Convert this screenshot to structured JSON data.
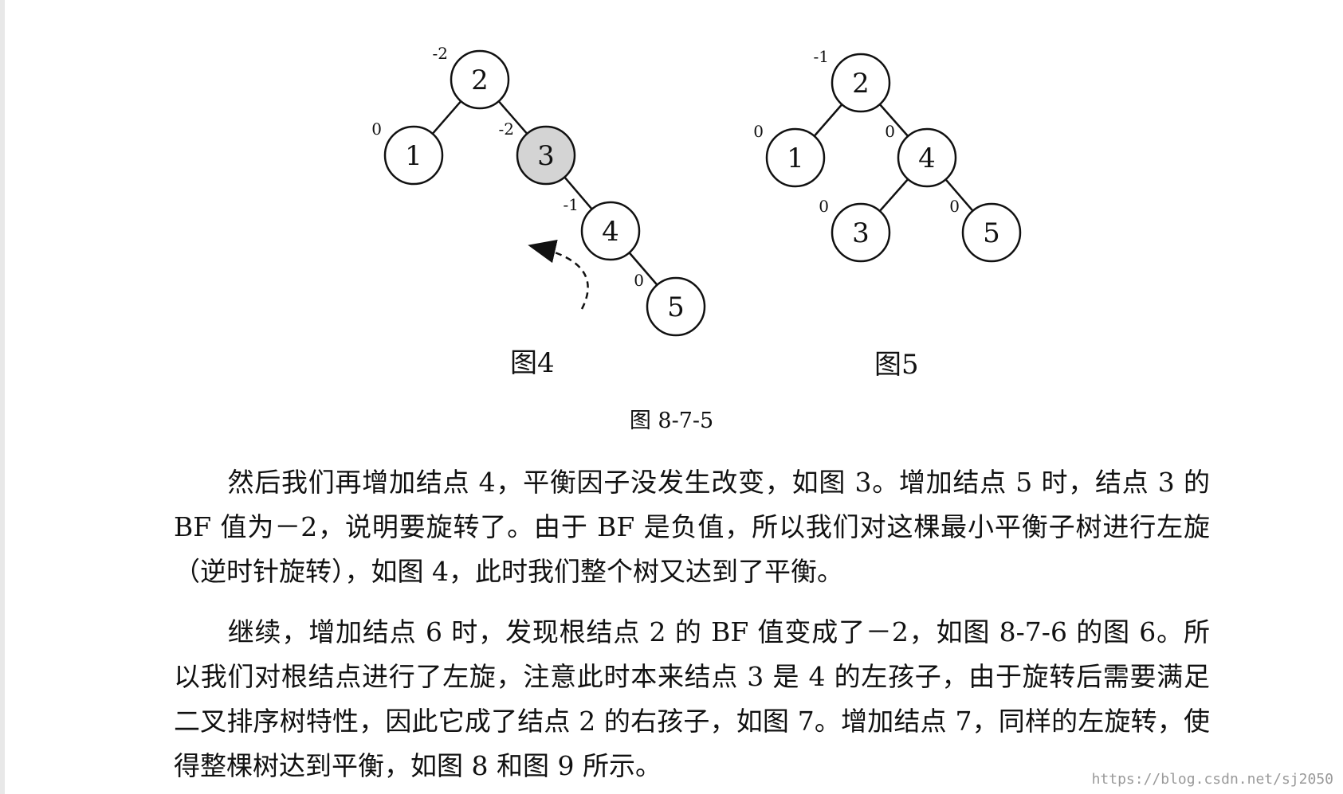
{
  "figures": [
    {
      "label": "图4",
      "nodes": [
        {
          "id": "2",
          "bf": "-2",
          "highlighted": false
        },
        {
          "id": "1",
          "bf": "0",
          "highlighted": false
        },
        {
          "id": "3",
          "bf": "-2",
          "highlighted": true
        },
        {
          "id": "4",
          "bf": "-1",
          "highlighted": false
        },
        {
          "id": "5",
          "bf": "0",
          "highlighted": false
        }
      ],
      "edges": [
        [
          "2",
          "1"
        ],
        [
          "2",
          "3"
        ],
        [
          "3",
          "4"
        ],
        [
          "4",
          "5"
        ]
      ],
      "rotation_arrow": "counter-clockwise"
    },
    {
      "label": "图5",
      "nodes": [
        {
          "id": "2",
          "bf": "-1",
          "highlighted": false
        },
        {
          "id": "1",
          "bf": "0",
          "highlighted": false
        },
        {
          "id": "4",
          "bf": "0",
          "highlighted": false
        },
        {
          "id": "3",
          "bf": "0",
          "highlighted": false
        },
        {
          "id": "5",
          "bf": "0",
          "highlighted": false
        }
      ],
      "edges": [
        [
          "2",
          "1"
        ],
        [
          "2",
          "4"
        ],
        [
          "4",
          "3"
        ],
        [
          "4",
          "5"
        ]
      ]
    }
  ],
  "caption": "图 8-7-5",
  "paragraphs": [
    "　　然后我们再增加结点 4，平衡因子没发生改变，如图 3。增加结点 5 时，结点 3 的 BF 值为－2，说明要旋转了。由于 BF 是负值，所以我们对这棵最小平衡子树进行左旋（逆时针旋转），如图 4，此时我们整个树又达到了平衡。",
    "　　继续，增加结点 6 时，发现根结点 2 的 BF 值变成了－2，如图 8-7-6 的图 6。所以我们对根结点进行了左旋，注意此时本来结点 3 是 4 的左孩子，由于旋转后需要满足二叉排序树特性，因此它成了结点 2 的右孩子，如图 7。增加结点 7，同样的左旋转，使得整棵树达到平衡，如图 8 和图 9 所示。"
  ],
  "watermark": "https://blog.csdn.net/sj2050",
  "colors": {
    "node_fill": "#ffffff",
    "node_highlight_fill": "#d4d4d4",
    "stroke": "#111111"
  }
}
